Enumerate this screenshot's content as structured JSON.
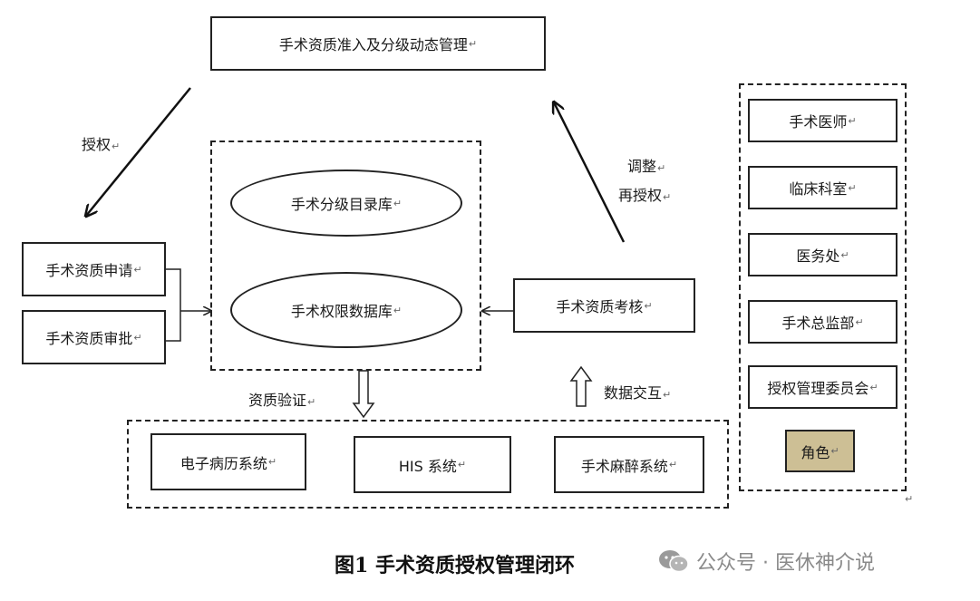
{
  "diagram": {
    "top_box": "手术资质准入及分级动态管理",
    "authorize_label": "授权",
    "adjust_label_1": "调整",
    "adjust_label_2": "再授权",
    "center": {
      "catalog_db": "手术分级目录库",
      "permission_db": "手术权限数据库"
    },
    "left": {
      "apply": "手术资质申请",
      "approve": "手术资质审批"
    },
    "assessment_box": "手术资质考核",
    "verify_label": "资质验证",
    "exchange_label": "数据交互",
    "systems": [
      "电子病历系统",
      "HIS 系统",
      "手术麻醉系统"
    ],
    "roles": [
      "手术医师",
      "临床科室",
      "医务处",
      "手术总监部",
      "授权管理委员会"
    ],
    "role_legend": "角色",
    "paragraph_mark": "↵"
  },
  "caption": "图1  手术资质授权管理闭环",
  "watermark": "公众号 · 医休神介说",
  "colors": {
    "role_fill": "#cdbf95",
    "line": "#222222"
  }
}
